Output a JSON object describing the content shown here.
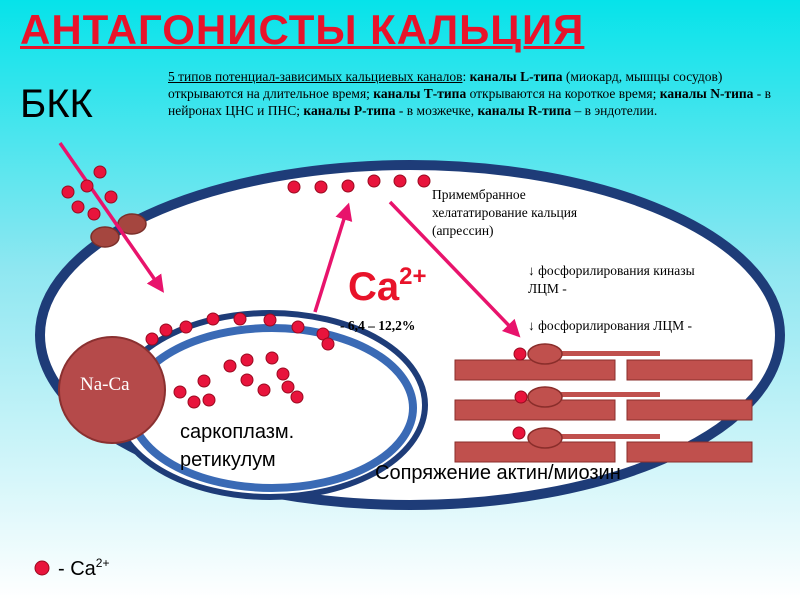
{
  "title": "АНТАГОНИСТЫ  КАЛЬЦИЯ",
  "bkk": "БКК",
  "info": {
    "part1": "5 типов потенциал-зависимых кальциевых каналов",
    "part2": ": ",
    "l_type": "каналы L-типа",
    "part3": " (миокард, мышцы сосудов) открываются на длительное время; ",
    "t_type": "каналы Т-типа",
    "part4": " открываются на короткое время; ",
    "n_type": "каналы N-типа",
    "part5": " - в нейронах ЦНС и ПНС; ",
    "p_type": "каналы Р-типа",
    "part6": " - в мозжечке,  ",
    "r_type": "каналы R-типа",
    "part7": " – в эндотелии."
  },
  "chelation": "Примембранное хелататирование кальция (апрессин)",
  "ca_ion": {
    "symbol": "Ca",
    "charge": "2+"
  },
  "percent": "- 6,4 – 12,2%",
  "phosphorylation_kinase": "↓ фосфорилирования киназы ЛЦМ -",
  "phosphorylation_lcm": "↓ фосфорилирования ЛЦМ -",
  "exchanger": "Na-Ca",
  "sarcoplasm": {
    "line1": "саркоплазм.",
    "line2": "ретикулум"
  },
  "actin_myosin": "Сопряжение актин/миозин",
  "legend": {
    "label": "- Ca",
    "charge": "2+"
  },
  "colors": {
    "title": "#e8132a",
    "ion": "#e8143c",
    "arrow": "#e8136c",
    "membrane": "#1e3c78",
    "exchanger": "#b54a4a",
    "filament": "#c0504d",
    "channel": "#a5463f"
  }
}
